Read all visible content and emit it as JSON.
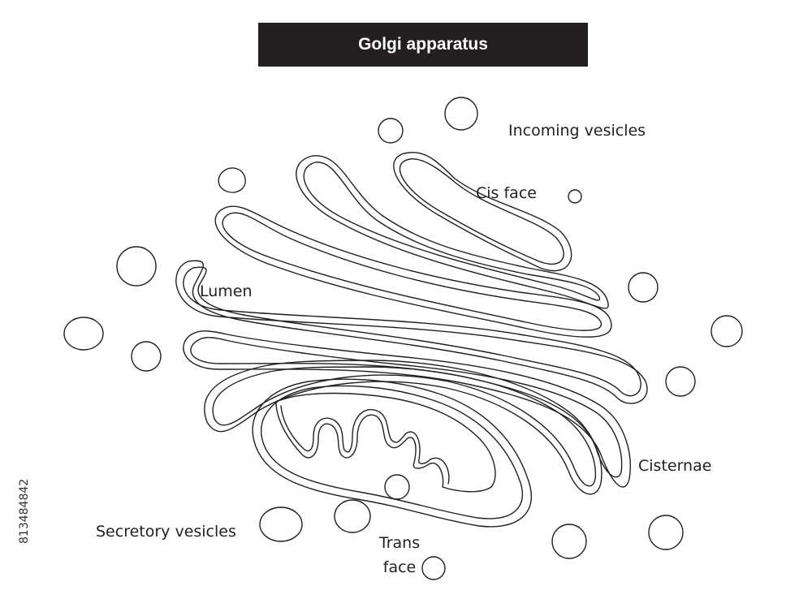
{
  "title": "Golgi apparatus",
  "labels": {
    "incoming_vesicles": "Incoming vesicles",
    "cis_face": "Cis face",
    "lumen": "Lumen",
    "cisternae": "Cisternae",
    "secretory_vesicles": "Secretory vesicles",
    "trans_face_line1": "Trans",
    "trans_face_line2": "face"
  },
  "stock_id": "813484842",
  "colors": {
    "ink": "#231f20",
    "title_bg": "#231f20",
    "title_text": "#ffffff",
    "background": "#ffffff"
  }
}
